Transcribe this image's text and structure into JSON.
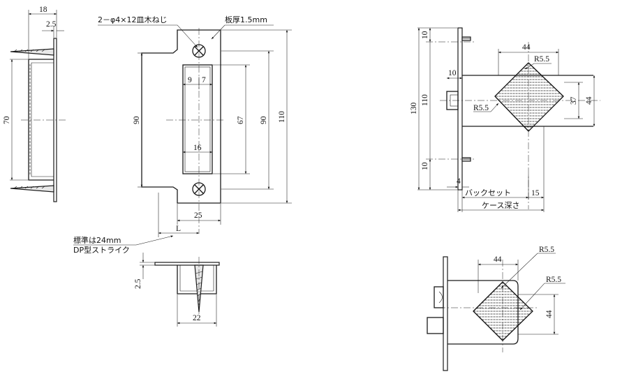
{
  "strike_side": {
    "dim_width": "18",
    "dim_flange": "2.5",
    "dim_height": "70"
  },
  "strike_front": {
    "screw_note": "2－φ4×12皿木ねじ",
    "thickness_note": "板厚1.5mm",
    "dim_outer_height": "90",
    "dim_mid_height": "90",
    "dim_total_height": "110",
    "dim_opening_height": "67",
    "dim_left_part": "9",
    "dim_right_part": "7",
    "dim_opening_width": "16",
    "dim_plate_width": "25",
    "dim_L": "L",
    "standard_note": "標準は24mm",
    "strike_type": "DP型ストライク"
  },
  "strike_bottom": {
    "dim_depth": "2.5",
    "dim_box_width": "22"
  },
  "lock_side": {
    "dim_top": "10",
    "dim_bottom": "10",
    "dim_total": "130",
    "dim_inner": "110",
    "dim_bolt_width": "44",
    "dim_radius_top": "R5.5",
    "dim_radius_left": "R5.5",
    "dim_bolt_small": "10",
    "dim_37": "37",
    "dim_44_v": "44",
    "dim_faceplate": "4",
    "backset_label": "バックセット",
    "dim_15": "15",
    "case_depth_label": "ケース深さ"
  },
  "lock_bottom": {
    "dim_width": "44",
    "dim_radius_top": "R5.5",
    "dim_radius_right": "R5.5",
    "dim_height": "44"
  }
}
